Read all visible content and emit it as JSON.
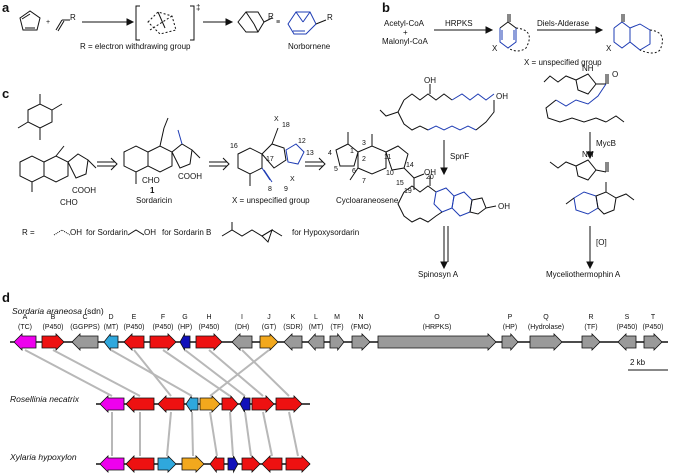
{
  "panels": {
    "a": {
      "letter": "a",
      "r_def": "R = electron withdrawing group",
      "r": "R",
      "ts": "‡",
      "product": "Norbornene"
    },
    "b": {
      "letter": "b",
      "sub1": "Acetyl-CoA",
      "plus": "+",
      "sub2": "Malonyl-CoA",
      "enz1": "HRPKS",
      "enz2": "Diels-Alderase",
      "x_def": "X = unspecified group",
      "x": "X",
      "spnf": "SpnF",
      "mycb": "MycB",
      "prod1": "Spinosyn A",
      "prod2": "Myceliothermophin A",
      "ox": "[O]",
      "oh": "OH",
      "nh": "NH",
      "o": "O"
    },
    "c": {
      "letter": "c",
      "cmpd_num": "1",
      "cmpd_name": "Sordaricin",
      "x_def": "X = unspecified group",
      "end_name": "Cycloaraneosene",
      "r_eq": "R =",
      "r1": "for Sordarin",
      "r2": "for Sordarin B",
      "r3": "for Hypoxysordarin",
      "oh": "OH",
      "cooh": "COOH",
      "cho": "CHO",
      "ring_nums": [
        "16",
        "18",
        "12",
        "13",
        "17",
        "8",
        "9",
        "10",
        "11",
        "14",
        "3",
        "2",
        "1",
        "4",
        "5",
        "6",
        "7",
        "15",
        "19",
        "20",
        "X",
        "X"
      ]
    },
    "d": {
      "letter": "d",
      "organism1": "Sordaria araneosa",
      "organism1_code": "(sdn)",
      "organism2": "Rosellinia necatrix",
      "organism3": "Xylaria hypoxylon",
      "scale": "2 kb",
      "genes": [
        {
          "letter": "A",
          "func": "(TC)",
          "color": "#ee00ee"
        },
        {
          "letter": "B",
          "func": "(P450)",
          "color": "#ee1111"
        },
        {
          "letter": "C",
          "func": "(GGPPS)",
          "color": "#9a9a9a"
        },
        {
          "letter": "D",
          "func": "(MT)",
          "color": "#2fa8dd"
        },
        {
          "letter": "E",
          "func": "(P450)",
          "color": "#ee1111"
        },
        {
          "letter": "F",
          "func": "(P450)",
          "color": "#ee1111"
        },
        {
          "letter": "G",
          "func": "(HP)",
          "color": "#1111bb"
        },
        {
          "letter": "H",
          "func": "(P450)",
          "color": "#ee1111"
        },
        {
          "letter": "I",
          "func": "(DH)",
          "color": "#9a9a9a"
        },
        {
          "letter": "J",
          "func": "(GT)",
          "color": "#f2a81d"
        },
        {
          "letter": "K",
          "func": "(SDR)",
          "color": "#9a9a9a"
        },
        {
          "letter": "L",
          "func": "(MT)",
          "color": "#9a9a9a"
        },
        {
          "letter": "M",
          "func": "(TF)",
          "color": "#9a9a9a"
        },
        {
          "letter": "N",
          "func": "(FMO)",
          "color": "#9a9a9a"
        },
        {
          "letter": "O",
          "func": "(HRPKS)",
          "color": "#9a9a9a"
        },
        {
          "letter": "P",
          "func": "(HP)",
          "color": "#9a9a9a"
        },
        {
          "letter": "Q",
          "func": "(Hydrolase)",
          "color": "#9a9a9a"
        },
        {
          "letter": "R",
          "func": "(TF)",
          "color": "#9a9a9a"
        },
        {
          "letter": "S",
          "func": "(P450)",
          "color": "#9a9a9a"
        },
        {
          "letter": "T",
          "func": "(P450)",
          "color": "#9a9a9a"
        }
      ],
      "colors": {
        "tc": "#ee00ee",
        "p450": "#ee1111",
        "mt": "#2fa8dd",
        "hp": "#1111bb",
        "gt": "#f2a81d",
        "other": "#9a9a9a",
        "link": "#b8b8b8"
      }
    }
  }
}
